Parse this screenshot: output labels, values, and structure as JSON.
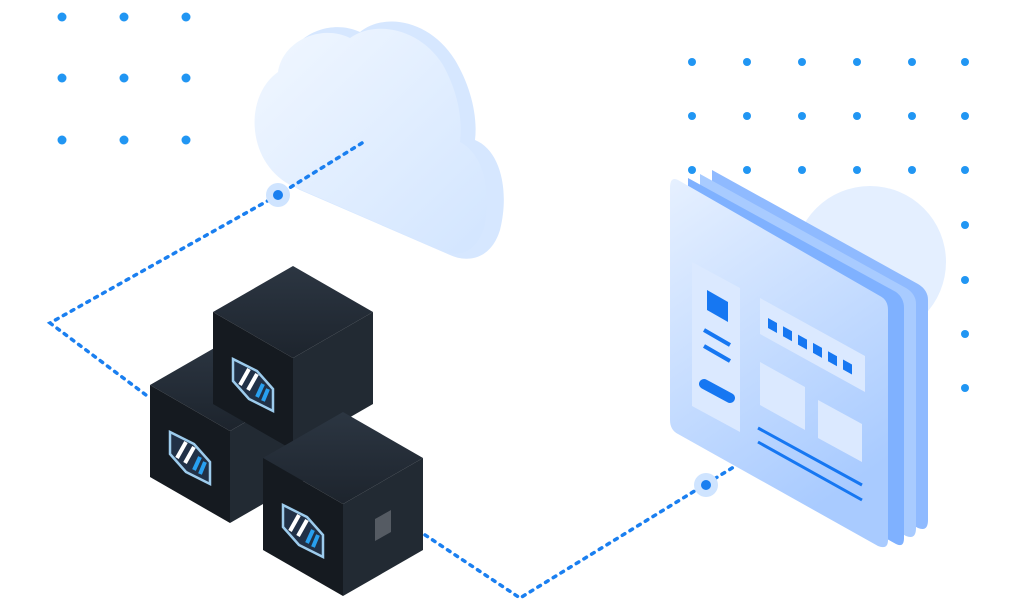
{
  "illustration": {
    "elements": [
      "cloud",
      "cube-stack",
      "web-page-panel",
      "dotted-connection"
    ],
    "colors": {
      "dots": "#2196f3",
      "connector": "#1a7ff0",
      "cube_dark": "#1b2129",
      "cloud_light": "#e3efff",
      "panel_light": "#cfe2ff",
      "panel_accent": "#1677f2",
      "logo_blue": "#28a0f0"
    }
  }
}
